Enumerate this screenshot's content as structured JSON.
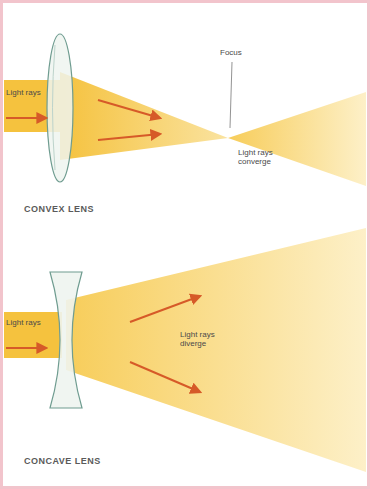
{
  "diagram": {
    "labels": [
      "Light rays",
      "Focus",
      "Light rays converge",
      "CONVEX LENS",
      "Light rays",
      "Light rays diverge",
      "CONCAVE LENS"
    ]
  }
}
